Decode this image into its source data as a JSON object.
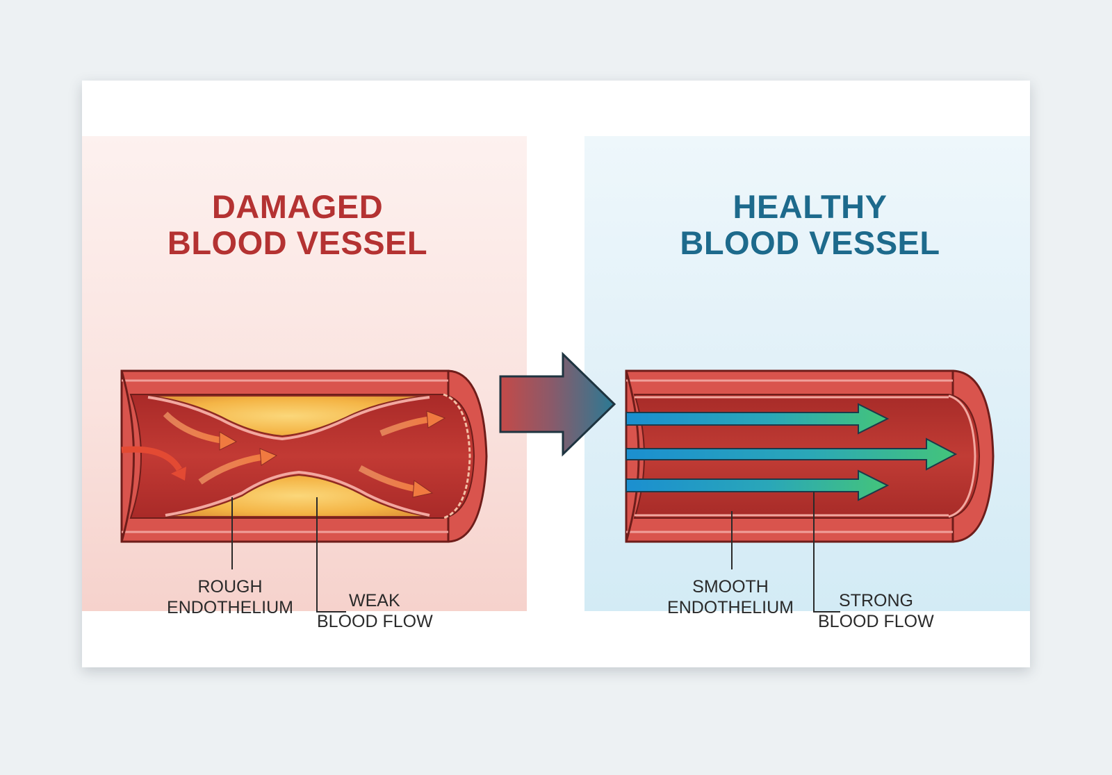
{
  "damaged": {
    "title_line1": "DAMAGED",
    "title_line2": "BLOOD VESSEL",
    "label_endothelium_line1": "ROUGH",
    "label_endothelium_line2": "ENDOTHELIUM",
    "label_flow_line1": "WEAK",
    "label_flow_line2": "BLOOD FLOW"
  },
  "healthy": {
    "title_line1": "HEALTHY",
    "title_line2": "BLOOD VESSEL",
    "label_endothelium_line1": "SMOOTH",
    "label_endothelium_line2": "ENDOTHELIUM",
    "label_flow_line1": "STRONG",
    "label_flow_line2": "BLOOD FLOW"
  },
  "colors": {
    "damaged_title": "#b43232",
    "healthy_title": "#1d6a8c",
    "vessel_wall": "#d9544d",
    "vessel_lumen": "#b8322f",
    "plaque": "#f4b445",
    "flow_arrow_damaged": "#f08a4b",
    "flow_arrow_healthy_start": "#1e8fcf",
    "flow_arrow_healthy_end": "#3fbf7a"
  },
  "icons": [
    "transition-arrow-icon",
    "flow-arrow-icon"
  ]
}
